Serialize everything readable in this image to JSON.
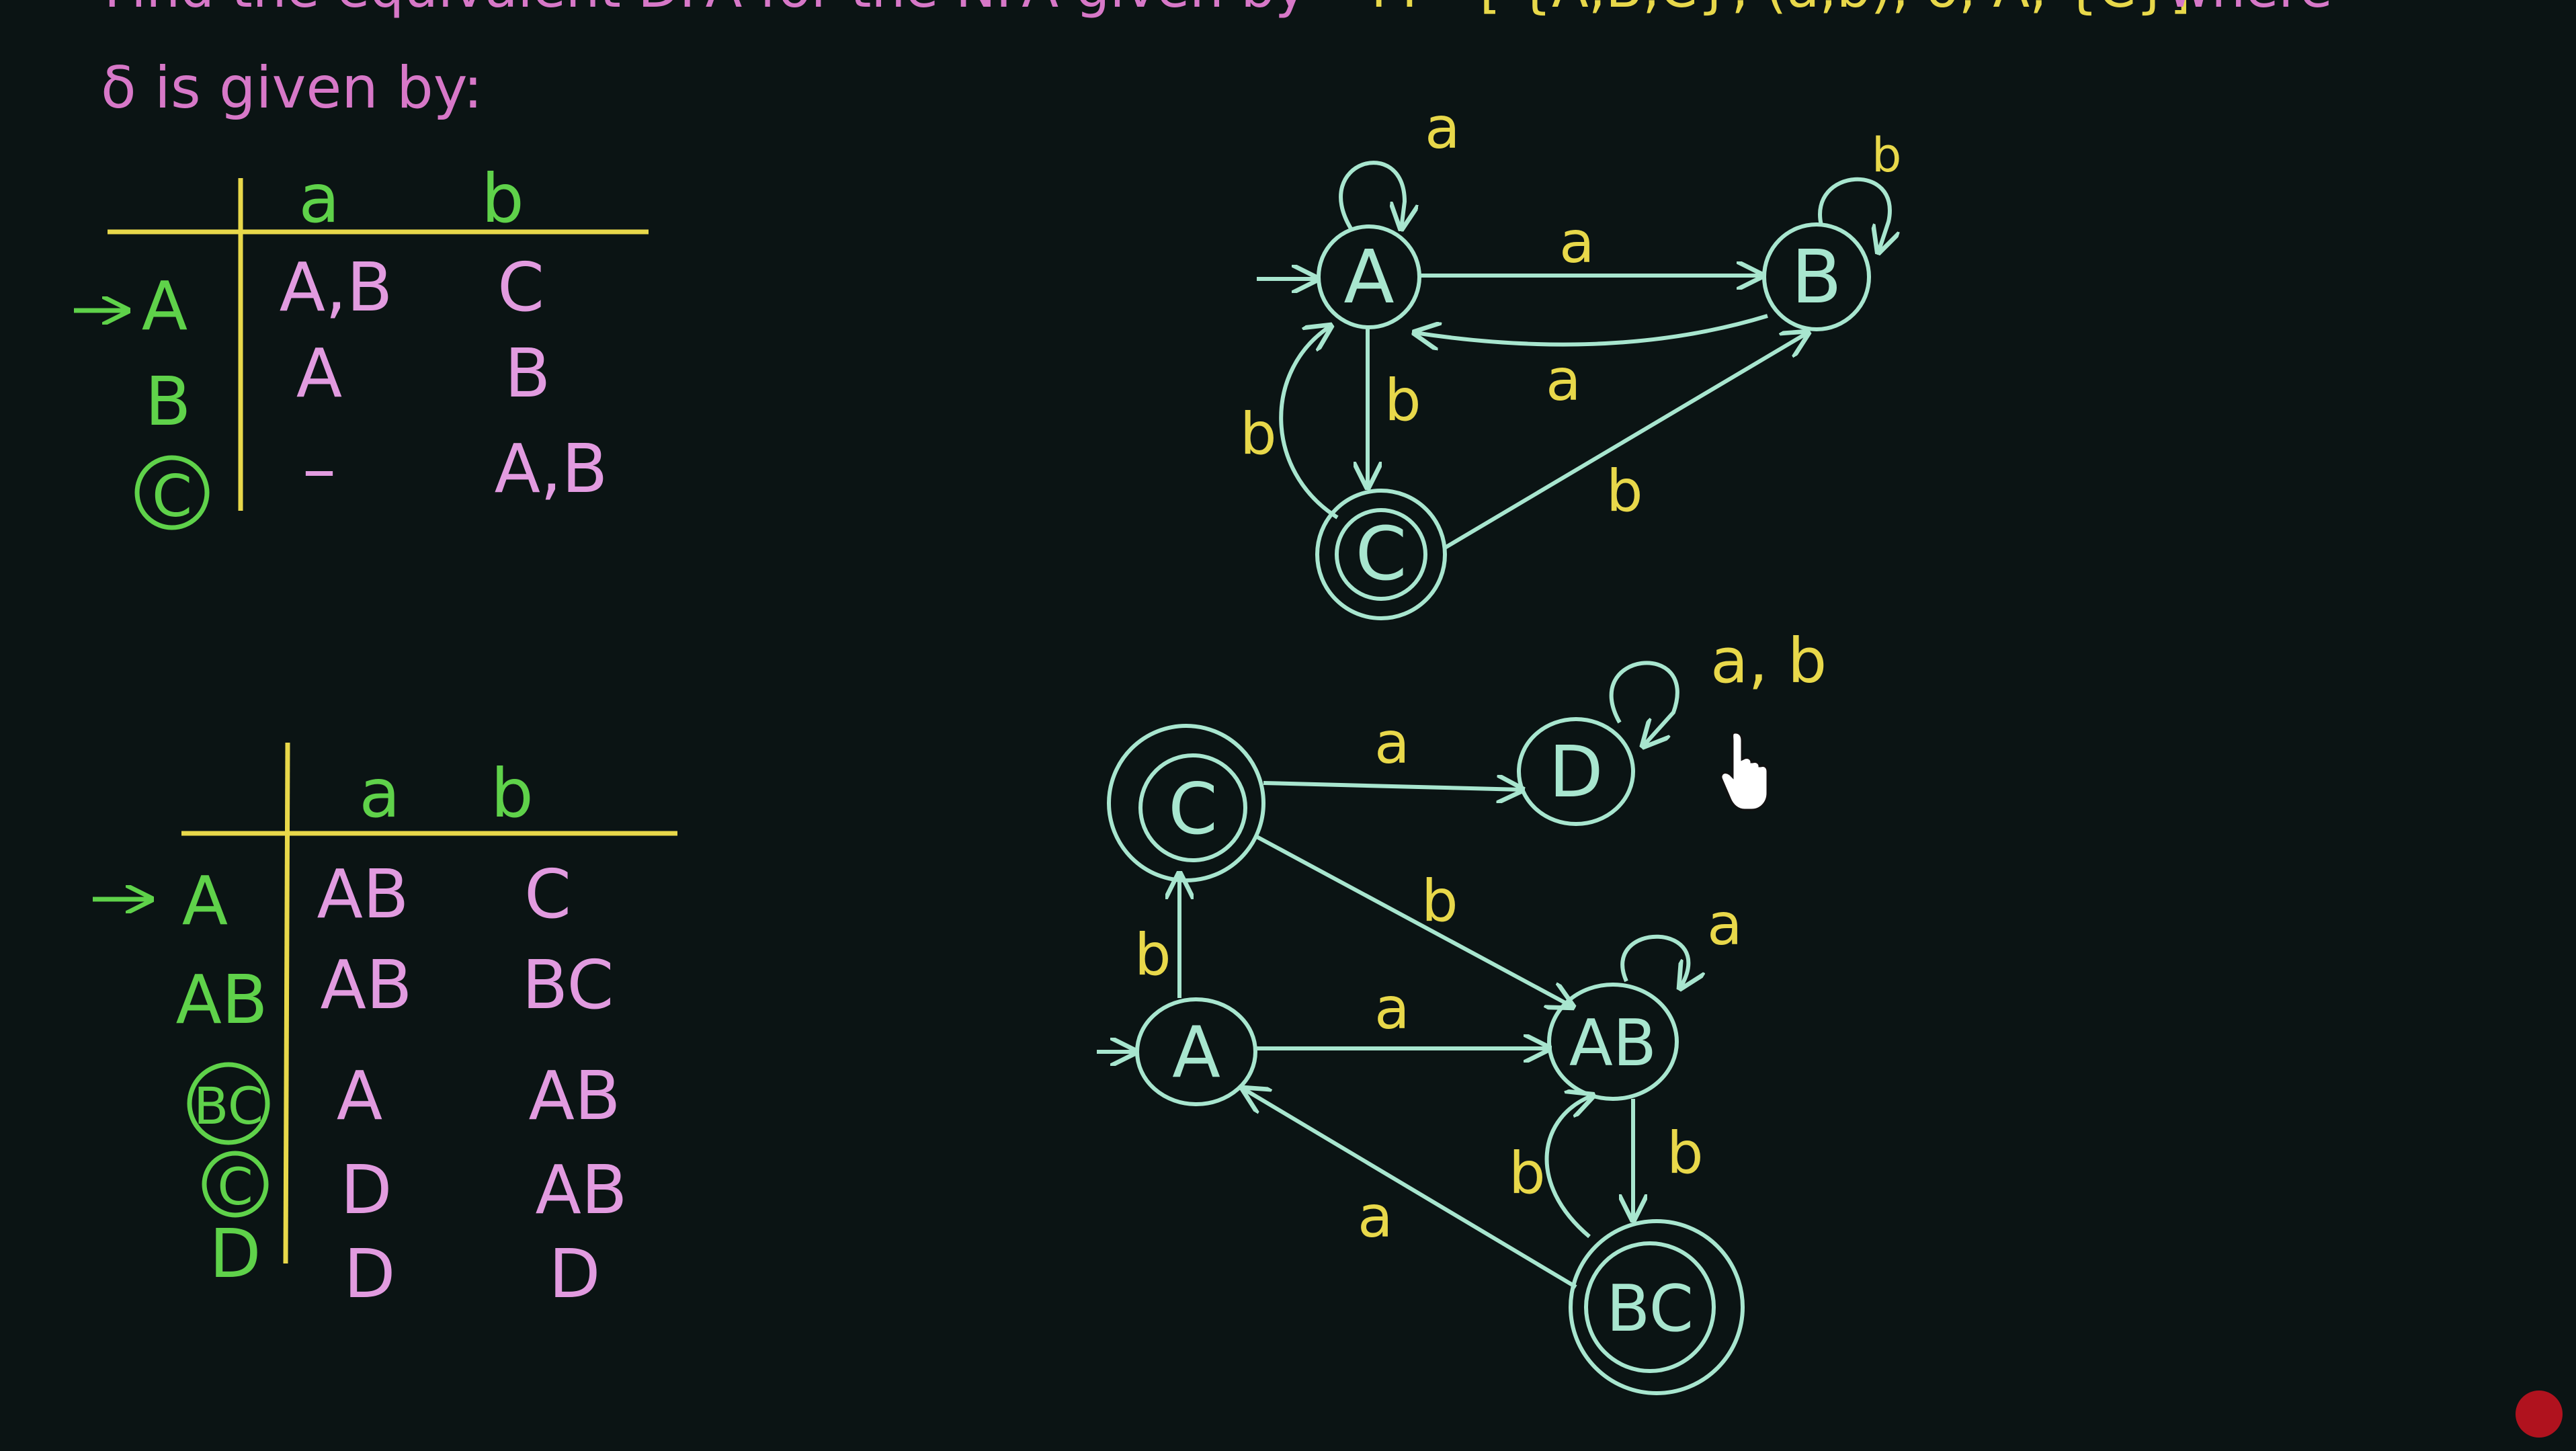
{
  "title": {
    "line1_prefix": "Find the equivalent DFA for the NFA given by",
    "line1_tuple": "M= [ {A,B,C}, (a,b), δ, A, {C}]",
    "line1_suffix": "where",
    "line2": "δ is given by:"
  },
  "nfa_table": {
    "headers": [
      "a",
      "b"
    ],
    "rows": [
      {
        "state": "A",
        "start": true,
        "final": false,
        "a": "A,B",
        "b": "C"
      },
      {
        "state": "B",
        "start": false,
        "final": false,
        "a": "A",
        "b": "B"
      },
      {
        "state": "C",
        "start": false,
        "final": true,
        "a": "–",
        "b": "A,B"
      }
    ]
  },
  "dfa_table": {
    "headers": [
      "a",
      "b"
    ],
    "rows": [
      {
        "state": "A",
        "start": true,
        "final": false,
        "a": "AB",
        "b": "C"
      },
      {
        "state": "AB",
        "start": false,
        "final": false,
        "a": "AB",
        "b": "BC"
      },
      {
        "state": "BC",
        "start": false,
        "final": true,
        "a": "A",
        "b": "AB"
      },
      {
        "state": "C",
        "start": false,
        "final": true,
        "a": "D",
        "b": "AB"
      },
      {
        "state": "D",
        "start": false,
        "final": false,
        "a": "D",
        "b": "D"
      }
    ]
  },
  "nfa_diagram": {
    "states": [
      "A",
      "B",
      "C"
    ],
    "edge_labels": {
      "A_self": "a",
      "A_to_B": "a",
      "B_self": "b",
      "B_to_A": "a",
      "A_to_C": "b",
      "C_to_A": "b",
      "C_to_B": "b"
    }
  },
  "dfa_diagram": {
    "states": [
      "C",
      "D",
      "A",
      "AB",
      "BC"
    ],
    "edge_labels": {
      "C_to_D": "a",
      "D_self": "a, b",
      "C_to_AB": "b",
      "A_to_C": "b",
      "A_to_AB": "a",
      "AB_self": "a",
      "AB_to_BC": "b",
      "BC_to_AB": "b",
      "BC_to_A": "a"
    }
  },
  "colors": {
    "background": "#0b1414",
    "title": "#d778c8",
    "title_tuple": "#e8d84a",
    "header": "#5fd24a",
    "state_label": "#5fd24a",
    "cell": "#e29be0",
    "rule": "#e8d84a",
    "diagram_stroke": "#a8e6cf",
    "edge_label": "#e8d84a"
  }
}
